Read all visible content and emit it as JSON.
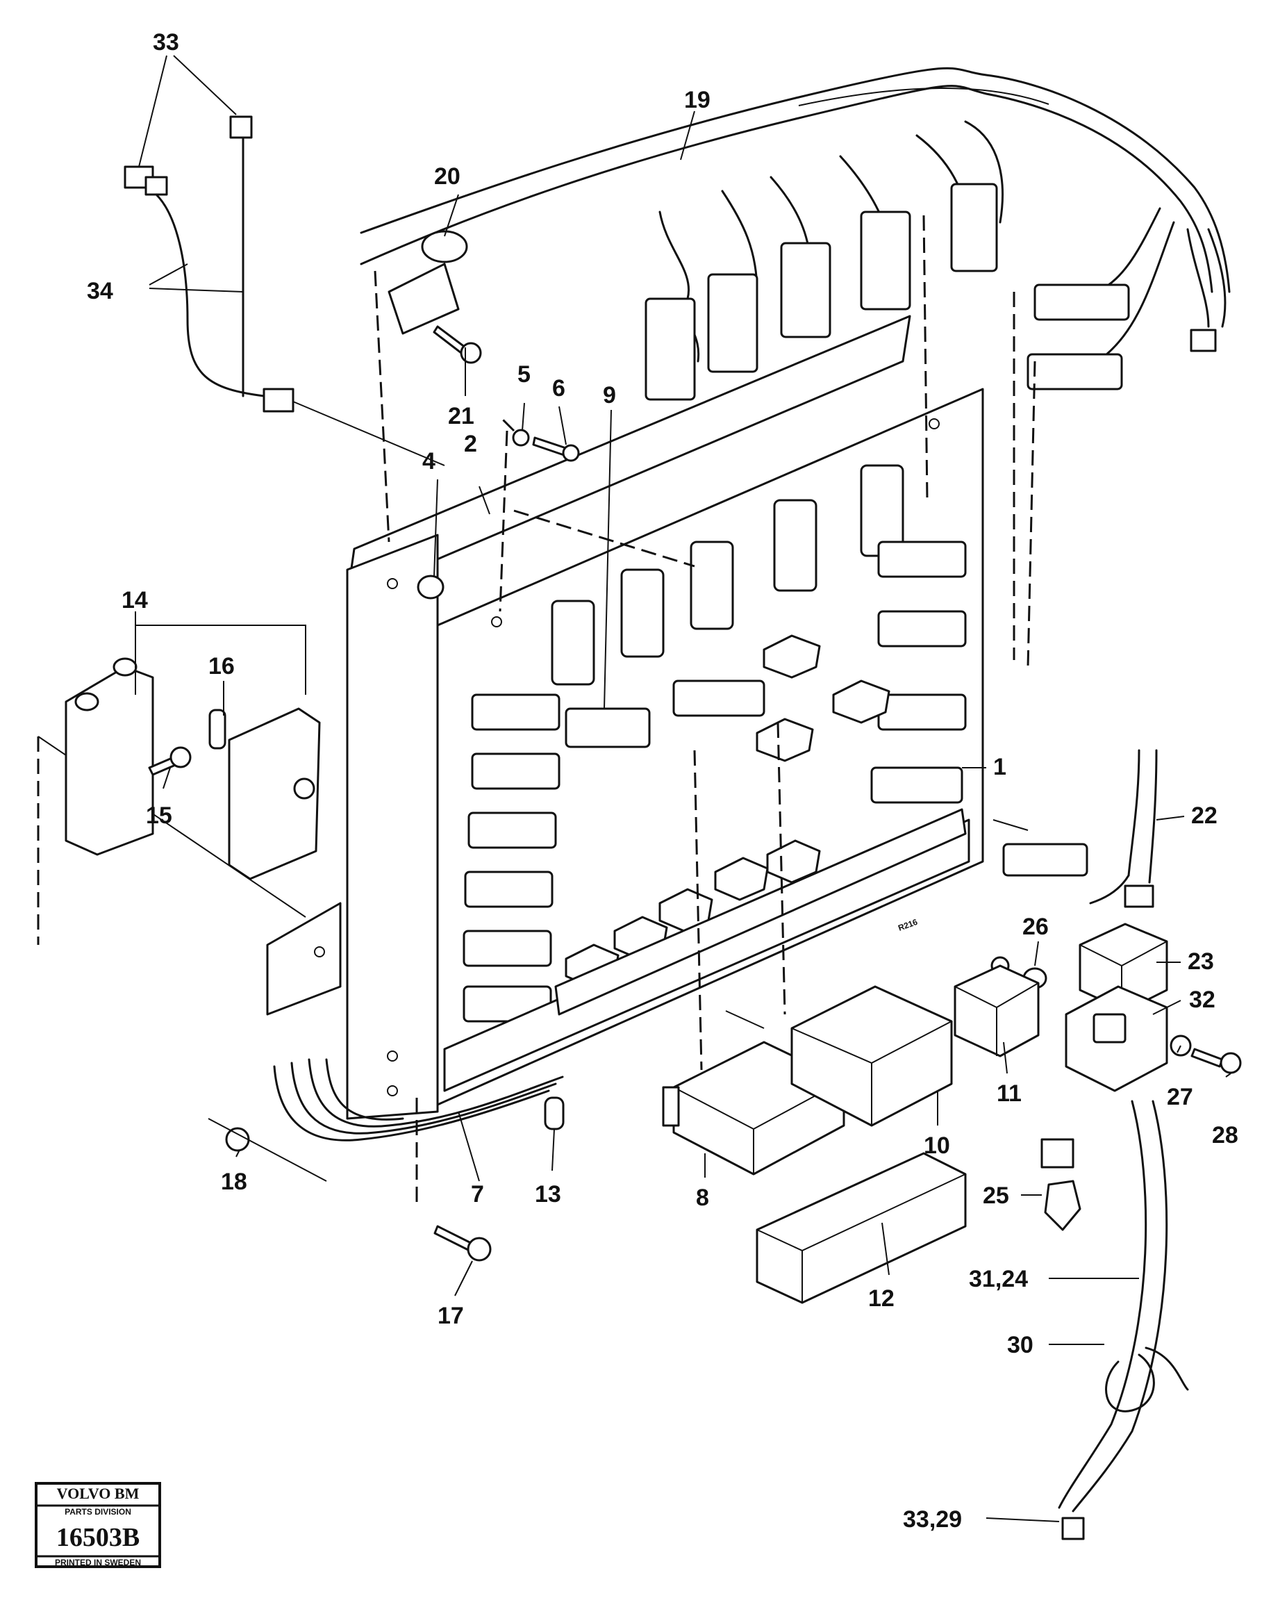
{
  "callouts": [
    {
      "id": "c1",
      "label": "1"
    },
    {
      "id": "c2",
      "label": "2"
    },
    {
      "id": "c4",
      "label": "4"
    },
    {
      "id": "c5",
      "label": "5"
    },
    {
      "id": "c6",
      "label": "6"
    },
    {
      "id": "c7",
      "label": "7"
    },
    {
      "id": "c8",
      "label": "8"
    },
    {
      "id": "c9",
      "label": "9"
    },
    {
      "id": "c10",
      "label": "10"
    },
    {
      "id": "c11",
      "label": "11"
    },
    {
      "id": "c12",
      "label": "12"
    },
    {
      "id": "c13",
      "label": "13"
    },
    {
      "id": "c14",
      "label": "14"
    },
    {
      "id": "c15",
      "label": "15"
    },
    {
      "id": "c16",
      "label": "16"
    },
    {
      "id": "c17",
      "label": "17"
    },
    {
      "id": "c18",
      "label": "18"
    },
    {
      "id": "c19",
      "label": "19"
    },
    {
      "id": "c20",
      "label": "20"
    },
    {
      "id": "c21",
      "label": "21"
    },
    {
      "id": "c22",
      "label": "22"
    },
    {
      "id": "c23",
      "label": "23"
    },
    {
      "id": "c25",
      "label": "25"
    },
    {
      "id": "c26",
      "label": "26"
    },
    {
      "id": "c27",
      "label": "27"
    },
    {
      "id": "c28",
      "label": "28"
    },
    {
      "id": "c30",
      "label": "30"
    },
    {
      "id": "c3124",
      "label": "31,24"
    },
    {
      "id": "c32",
      "label": "32"
    },
    {
      "id": "c33",
      "label": "33"
    },
    {
      "id": "c3329",
      "label": "33,29"
    },
    {
      "id": "c34",
      "label": "34"
    }
  ],
  "badge": {
    "brand": "VOLVO BM",
    "division": "PARTS DIVISION",
    "number": "16503B",
    "footer": "PRINTED IN SWEDEN"
  },
  "board_marking": "R216"
}
